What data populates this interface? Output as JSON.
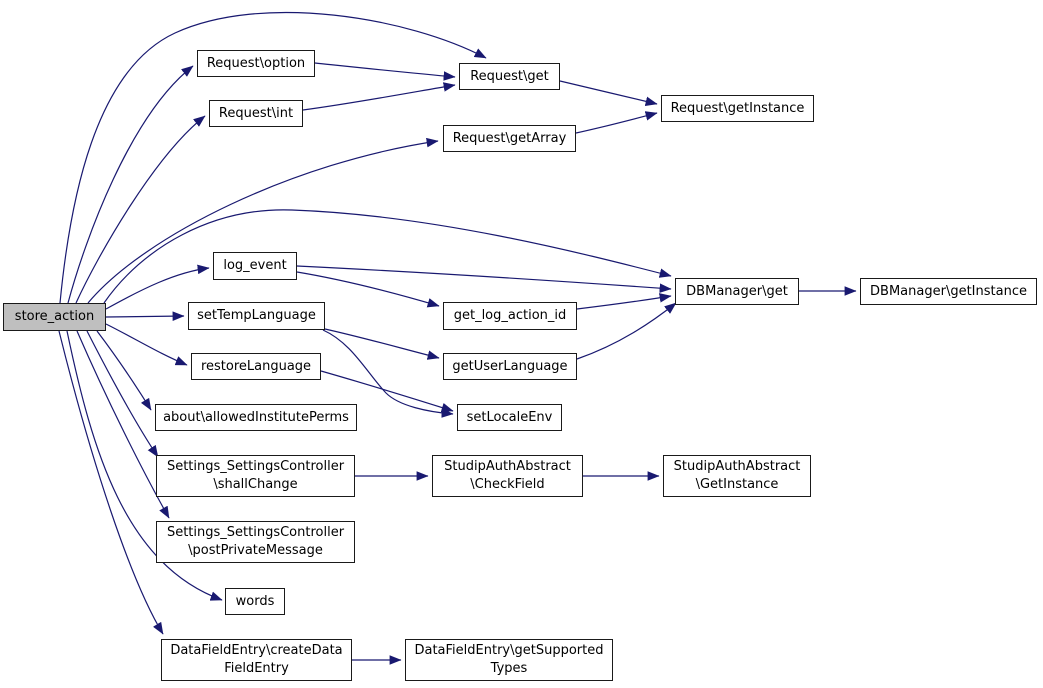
{
  "diagram": {
    "type": "call-graph",
    "root": "store_action",
    "colors": {
      "edge": "#191970",
      "node_border": "#1a1a1a",
      "node_fill": "#ffffff",
      "root_node_fill": "#bfbfbf",
      "background": "#ffffff",
      "text": "#000000"
    },
    "nodes": [
      {
        "id": "store_action",
        "label": "store_action"
      },
      {
        "id": "request_option",
        "label": "Request\\option"
      },
      {
        "id": "request_int",
        "label": "Request\\int"
      },
      {
        "id": "request_get",
        "label": "Request\\get"
      },
      {
        "id": "request_getarray",
        "label": "Request\\getArray"
      },
      {
        "id": "request_getinstance",
        "label": "Request\\getInstance"
      },
      {
        "id": "log_event",
        "label": "log_event"
      },
      {
        "id": "settemplanguage",
        "label": "setTempLanguage"
      },
      {
        "id": "restorelanguage",
        "label": "restoreLanguage"
      },
      {
        "id": "about_allowedinstituteperms",
        "label": "about\\allowedInstitutePerms"
      },
      {
        "id": "get_log_action_id",
        "label": "get_log_action_id"
      },
      {
        "id": "getuserlanguage",
        "label": "getUserLanguage"
      },
      {
        "id": "setlocaleenv",
        "label": "setLocaleEnv"
      },
      {
        "id": "dbmanager_get",
        "label": "DBManager\\get"
      },
      {
        "id": "dbmanager_getinstance",
        "label": "DBManager\\getInstance"
      },
      {
        "id": "settings_shallchange",
        "label": "Settings_SettingsController\n\\shallChange"
      },
      {
        "id": "studipauth_checkfield",
        "label": "StudipAuthAbstract\n\\CheckField"
      },
      {
        "id": "studipauth_getinstance",
        "label": "StudipAuthAbstract\n\\GetInstance"
      },
      {
        "id": "settings_postprivatemessage",
        "label": "Settings_SettingsController\n\\postPrivateMessage"
      },
      {
        "id": "words",
        "label": "words"
      },
      {
        "id": "datafieldentry_createdatafieldentry",
        "label": "DataFieldEntry\\createData\nFieldEntry"
      },
      {
        "id": "datafieldentry_getsupportedtypes",
        "label": "DataFieldEntry\\getSupported\nTypes"
      }
    ],
    "edges": [
      {
        "from": "store_action",
        "to": "request_get"
      },
      {
        "from": "store_action",
        "to": "request_option"
      },
      {
        "from": "store_action",
        "to": "request_int"
      },
      {
        "from": "store_action",
        "to": "request_getarray"
      },
      {
        "from": "store_action",
        "to": "log_event"
      },
      {
        "from": "store_action",
        "to": "settemplanguage"
      },
      {
        "from": "store_action",
        "to": "restorelanguage"
      },
      {
        "from": "store_action",
        "to": "about_allowedinstituteperms"
      },
      {
        "from": "store_action",
        "to": "dbmanager_get"
      },
      {
        "from": "store_action",
        "to": "settings_shallchange"
      },
      {
        "from": "store_action",
        "to": "settings_postprivatemessage"
      },
      {
        "from": "store_action",
        "to": "words"
      },
      {
        "from": "store_action",
        "to": "datafieldentry_createdatafieldentry"
      },
      {
        "from": "request_option",
        "to": "request_get"
      },
      {
        "from": "request_int",
        "to": "request_get"
      },
      {
        "from": "request_get",
        "to": "request_getinstance"
      },
      {
        "from": "request_getarray",
        "to": "request_getinstance"
      },
      {
        "from": "log_event",
        "to": "get_log_action_id"
      },
      {
        "from": "log_event",
        "to": "dbmanager_get"
      },
      {
        "from": "get_log_action_id",
        "to": "dbmanager_get"
      },
      {
        "from": "settemplanguage",
        "to": "getuserlanguage"
      },
      {
        "from": "settemplanguage",
        "to": "setlocaleenv"
      },
      {
        "from": "restorelanguage",
        "to": "setlocaleenv"
      },
      {
        "from": "getuserlanguage",
        "to": "dbmanager_get"
      },
      {
        "from": "dbmanager_get",
        "to": "dbmanager_getinstance"
      },
      {
        "from": "settings_shallchange",
        "to": "studipauth_checkfield"
      },
      {
        "from": "studipauth_checkfield",
        "to": "studipauth_getinstance"
      },
      {
        "from": "datafieldentry_createdatafieldentry",
        "to": "datafieldentry_getsupportedtypes"
      }
    ]
  }
}
